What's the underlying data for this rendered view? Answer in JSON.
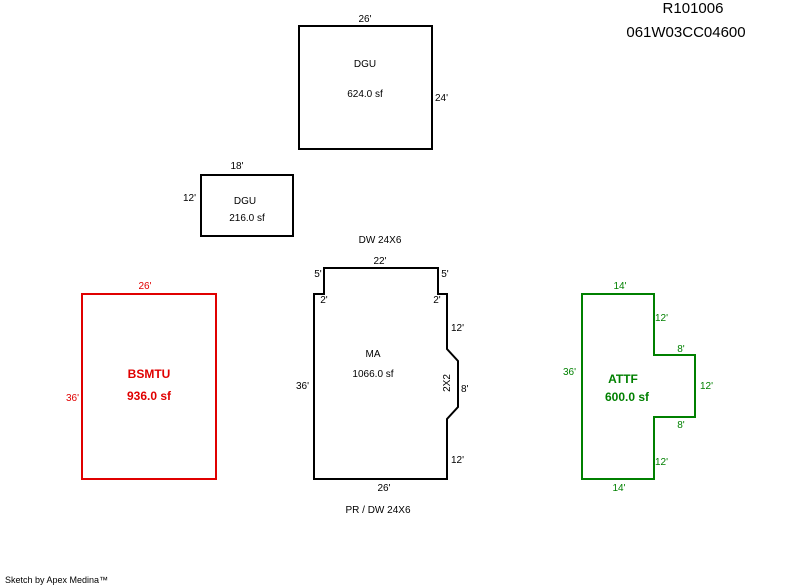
{
  "header": {
    "parcel_id": "R101006",
    "map_number": "061W03CC04600"
  },
  "footer": {
    "credit": "Sketch by Apex Medina™"
  },
  "colors": {
    "black": "#000000",
    "basement": "#e00000",
    "attached": "#008000"
  },
  "areas": {
    "dgu_large": {
      "code": "DGU",
      "area": "624.0 sf",
      "top": "26'",
      "right": "24'"
    },
    "dgu_small": {
      "code": "DGU",
      "area": "216.0 sf",
      "top": "18'",
      "left": "12'"
    },
    "bsmtu": {
      "code": "BSMTU",
      "area": "936.0 sf",
      "top": "26'",
      "left": "36'"
    },
    "ma": {
      "code": "MA",
      "area": "1066.0 sf",
      "top_note": "DW 24X6",
      "bottom_note": "PR / DW 24X6",
      "top": "22'",
      "top_left": "5'",
      "top_right": "5'",
      "step_left": "2'",
      "step_right": "2'",
      "right_upper": "12'",
      "bay": "8'",
      "bay_note": "2X2",
      "right_lower": "12'",
      "left": "36'",
      "bottom": "26'"
    },
    "attf": {
      "code": "ATTF",
      "area": "600.0 sf",
      "top": "14'",
      "right_upper": "12'",
      "bump_top": "8'",
      "bump_right": "12'",
      "bump_bottom": "8'",
      "right_lower": "12'",
      "bottom": "14'",
      "left": "36'"
    }
  }
}
